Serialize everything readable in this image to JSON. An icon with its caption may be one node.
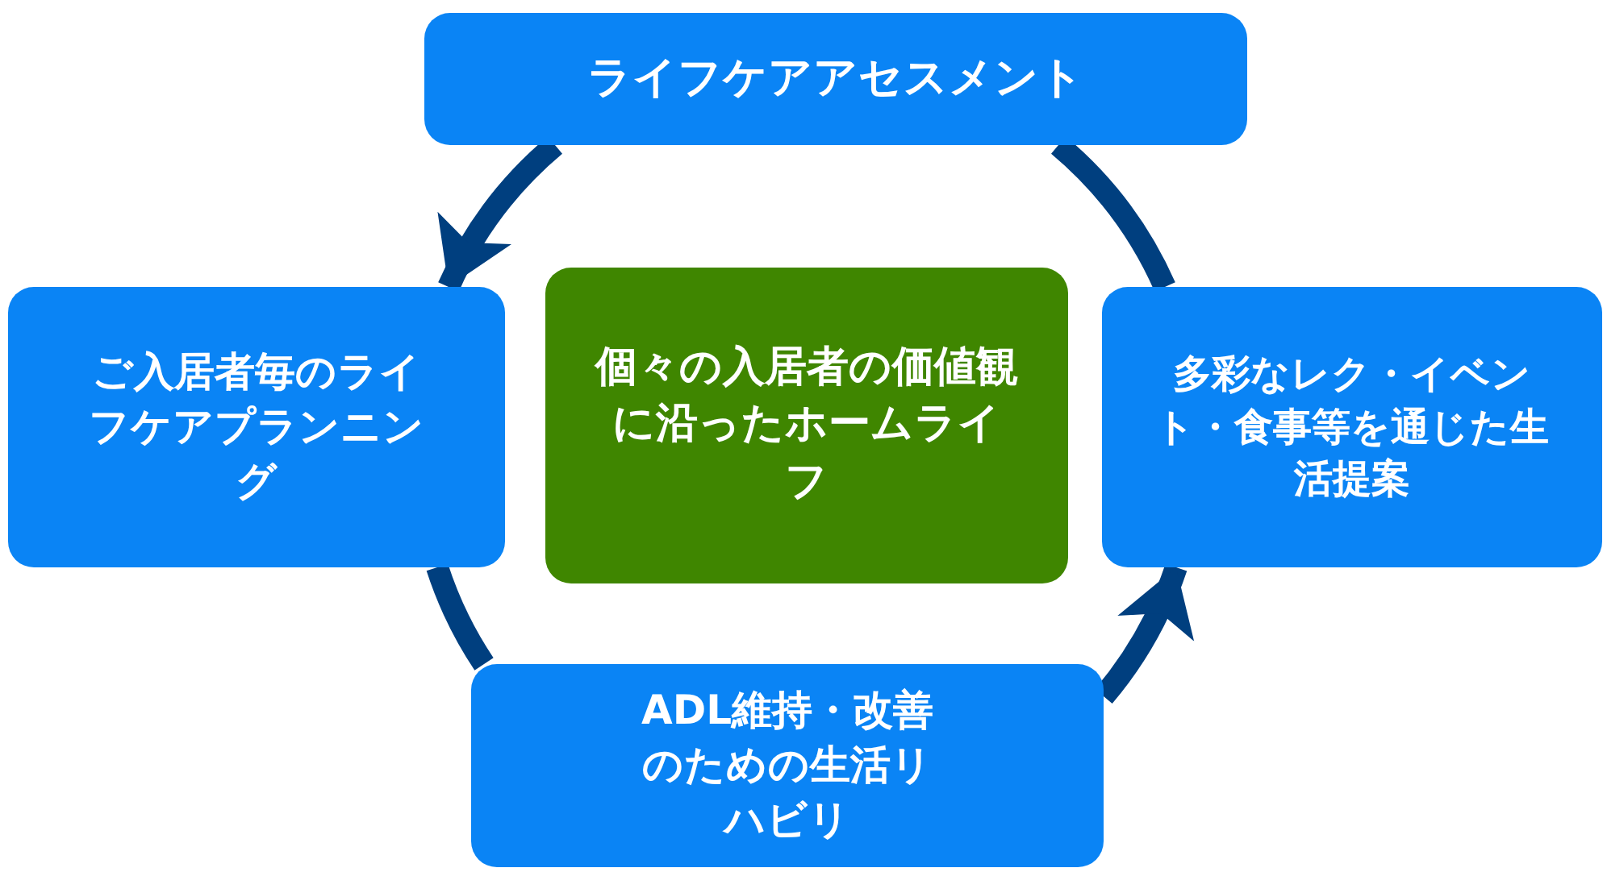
{
  "diagram": {
    "nodes": [
      {
        "text": [
          "ライフケアアセスメント"
        ]
      },
      {
        "text": [
          "ご入居者毎のライフケアプランニング"
        ]
      },
      {
        "text": [
          "個々の入居者の価値観に沿ったホームライフ"
        ]
      },
      {
        "text": [
          "多彩なレク・イベント・食事等を通じた生活提案"
        ]
      },
      {
        "text": [
          "ADL維持・改善のための生活リハビリ"
        ]
      }
    ],
    "edges": [
      {
        "from": 0,
        "to": 1,
        "arrow": "to"
      },
      {
        "from": 1,
        "to": 4,
        "arrow": "none"
      },
      {
        "from": 4,
        "to": 3,
        "arrow": "to"
      },
      {
        "from": 3,
        "to": 0,
        "arrow": "none"
      }
    ]
  }
}
